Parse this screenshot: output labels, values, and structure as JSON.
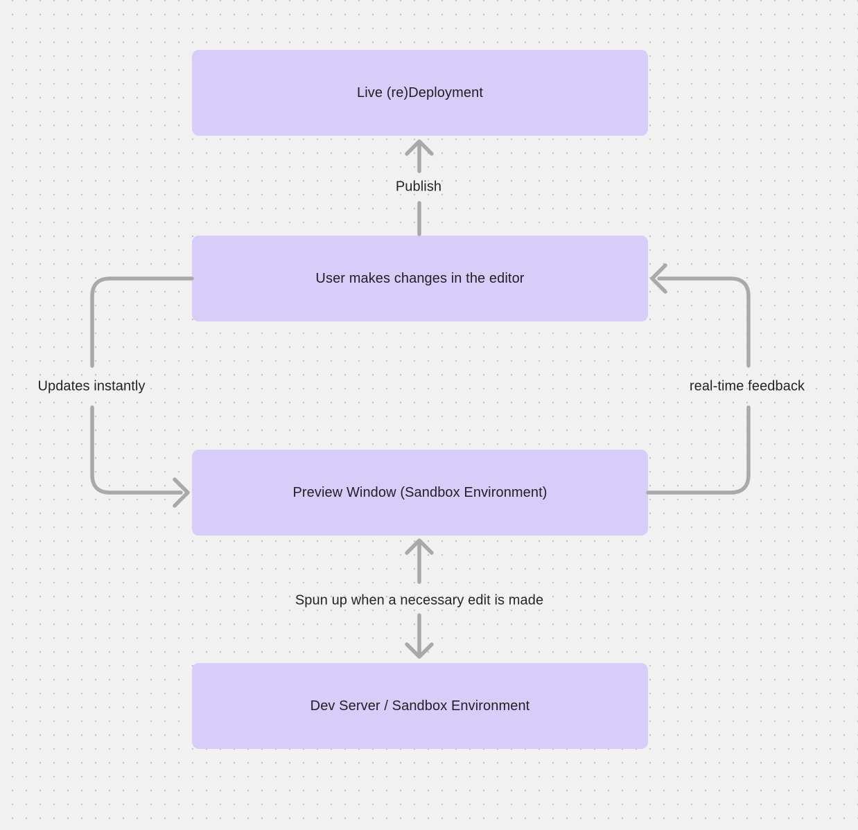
{
  "canvas": {
    "background_color": "#f2f1f1",
    "dot_color": "#c5c4c4"
  },
  "diagram": {
    "node_fill_color": "#d7cdf8",
    "arrow_color": "#a9a9a9",
    "text_color": "#1f1f23",
    "nodes": [
      {
        "id": "live-redeployment",
        "label": "Live (re)Deployment"
      },
      {
        "id": "user-editor",
        "label": "User makes changes in the editor"
      },
      {
        "id": "preview-window",
        "label": "Preview Window (Sandbox Environment)"
      },
      {
        "id": "dev-server",
        "label": "Dev Server / Sandbox Environment"
      }
    ],
    "edges": [
      {
        "label": "Publish",
        "from": "user-editor",
        "to": "live-redeployment",
        "direction": "up"
      },
      {
        "label": "Updates instantly",
        "from": "user-editor",
        "to": "preview-window",
        "direction": "left-loop"
      },
      {
        "label": "real-time feedback",
        "from": "preview-window",
        "to": "user-editor",
        "direction": "right-loop"
      },
      {
        "label": "Spun up when a necessary edit is made",
        "from": "preview-window",
        "to": "dev-server",
        "direction": "bidirectional"
      }
    ]
  }
}
